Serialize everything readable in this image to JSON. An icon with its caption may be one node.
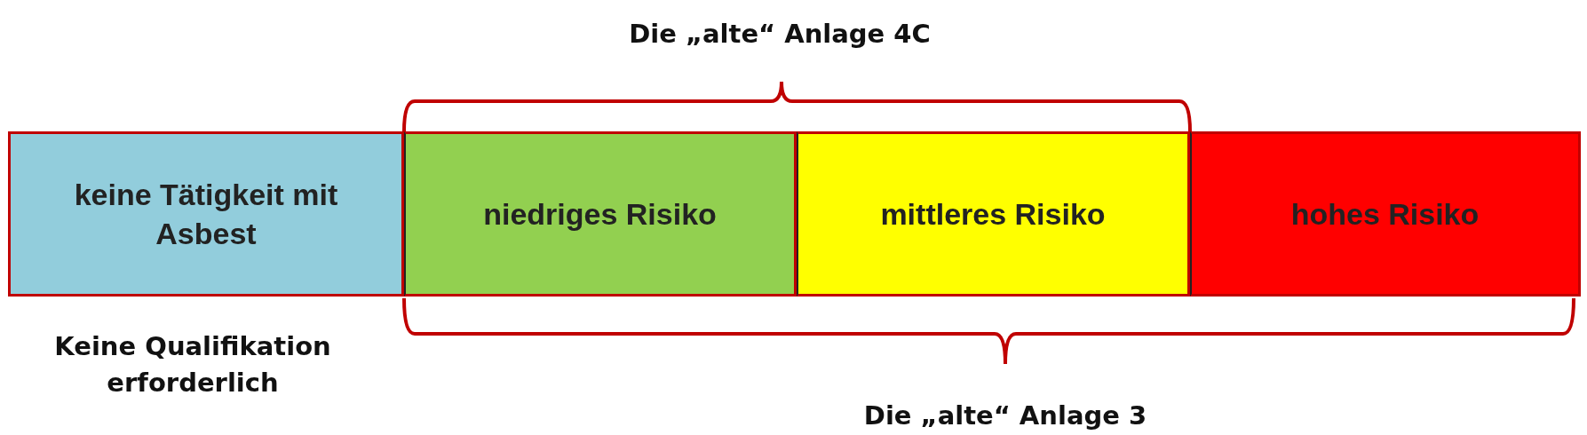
{
  "diagram": {
    "nodes": [
      {
        "text": [
          "keine Tätigkeit mit Asbest"
        ]
      },
      {
        "text": [
          "niedriges Risiko"
        ]
      },
      {
        "text": [
          "mittleres Risiko"
        ]
      },
      {
        "text": [
          "hohes Risiko"
        ]
      }
    ],
    "labels": [
      "Die „alte“ Anlage 4C",
      "Keine Qualifikation erforderlich",
      "Die „alte“ Anlage 3"
    ]
  }
}
